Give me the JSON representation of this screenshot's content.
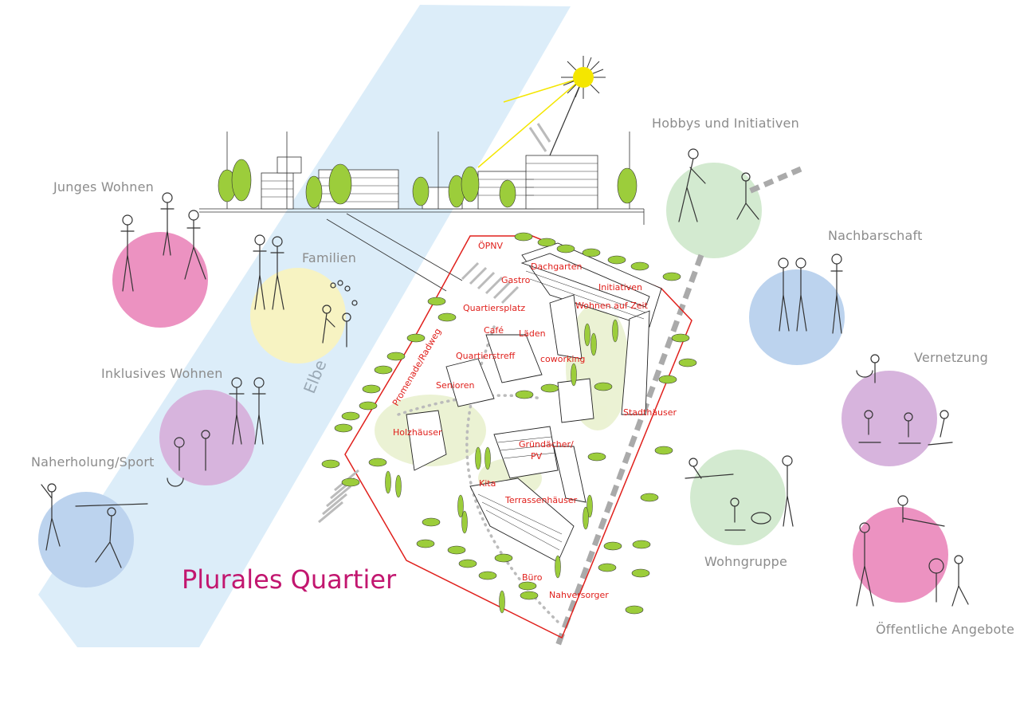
{
  "title": "Plurales Quartier",
  "river": "Elbe",
  "categories": {
    "junges_wohnen": "Junges Wohnen",
    "familien": "Familien",
    "inklusives_wohnen": "Inklusives Wohnen",
    "naherholung": "Naherholung/Sport",
    "hobbys": "Hobbys und Initiativen",
    "nachbarschaft": "Nachbarschaft",
    "vernetzung": "Vernetzung",
    "wohngruppe": "Wohngruppe",
    "oeffentliche": "Öffentliche Angebote"
  },
  "map_labels": {
    "oepnv": "ÖPNV",
    "dachgarten": "Dachgarten",
    "gastro": "Gastro",
    "initiativen": "Initiativen",
    "wohnen_auf_zeit": "Wohnen auf Zeit",
    "quartiersplatz": "Quartiersplatz",
    "cafe": "Café",
    "laeden": "Läden",
    "coworking": "coworking",
    "quartierstreff": "Quartierstreff",
    "promenade": "Promenade/Radweg",
    "senioren": "Senioren",
    "holzhaeuser": "Holzhäuser",
    "stadthaeuser": "Stadthäuser",
    "gruendaecher": "Gründächer/",
    "pv": "PV",
    "kita": "Kita",
    "terrassenhaeuser": "Terrassenhäuser",
    "buero": "Büro",
    "nahversorger": "Nahversorger"
  },
  "colors": {
    "river": "#dcedf9",
    "pink": "#e97fb6",
    "yellow": "#f7f3c2",
    "purple": "#d7b4dd",
    "blue": "#bcd3ee",
    "green": "#d3ead0",
    "tree": "#9ccd3b",
    "site": "#e0201c",
    "title": "#c2166f",
    "sun": "#f4e600"
  }
}
